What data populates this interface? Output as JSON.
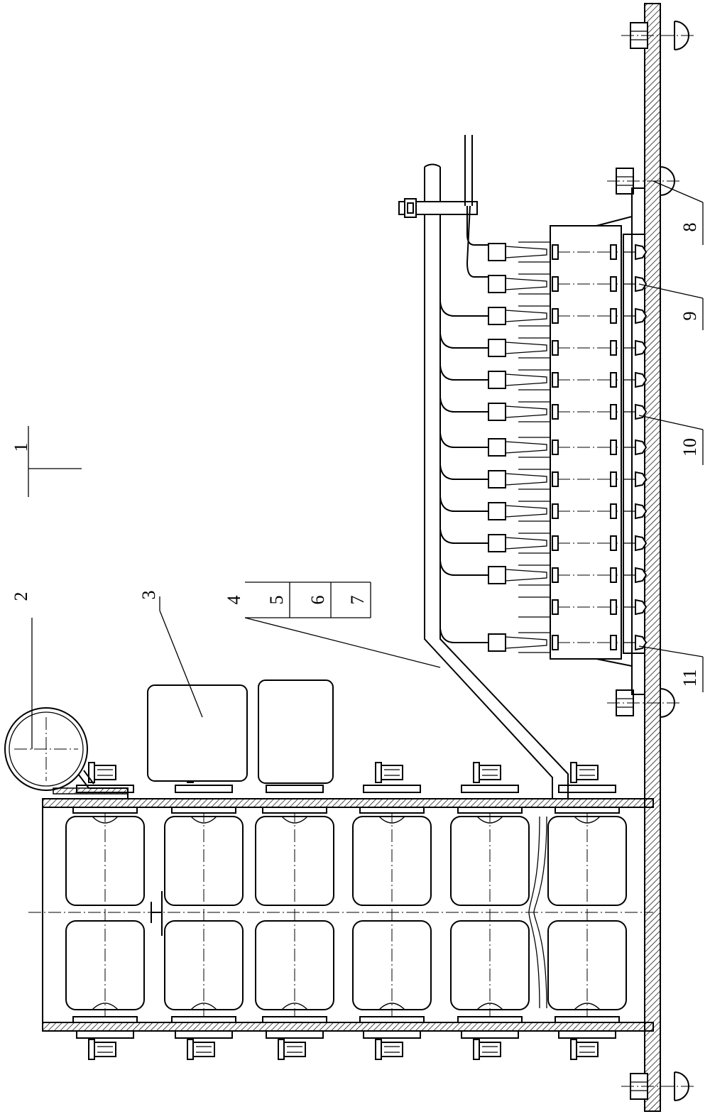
{
  "figure": {
    "callouts": [
      "1",
      "2",
      "3",
      "4",
      "5",
      "6",
      "7",
      "8",
      "9",
      "10",
      "11"
    ]
  },
  "style": {
    "line_color": "#000000",
    "background": "#ffffff"
  }
}
